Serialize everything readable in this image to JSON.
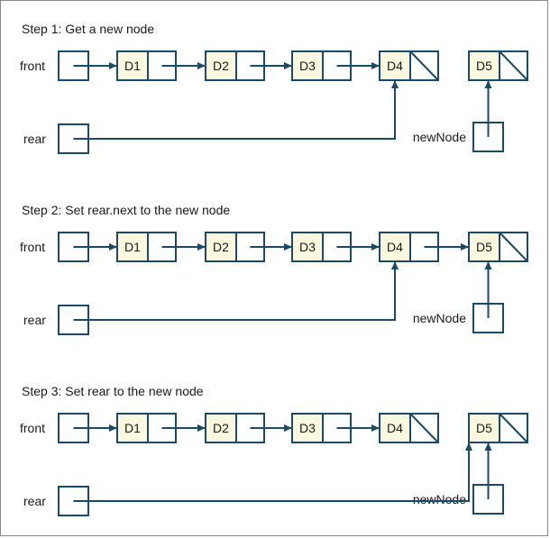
{
  "steps": [
    {
      "title": "Step 1: Get a new node"
    },
    {
      "title": "Step 2: Set rear.next to the new node"
    },
    {
      "title": "Step 3: Set rear to the new node"
    }
  ],
  "labels": {
    "front": "front",
    "rear": "rear",
    "newNode": "newNode"
  },
  "nodes": [
    "D1",
    "D2",
    "D3",
    "D4",
    "D5"
  ],
  "colors": {
    "stroke": "#1b4a66",
    "nodeFill": "#fbf8df",
    "boxFill": "#ffffff",
    "frame": "#8a8a8a"
  }
}
